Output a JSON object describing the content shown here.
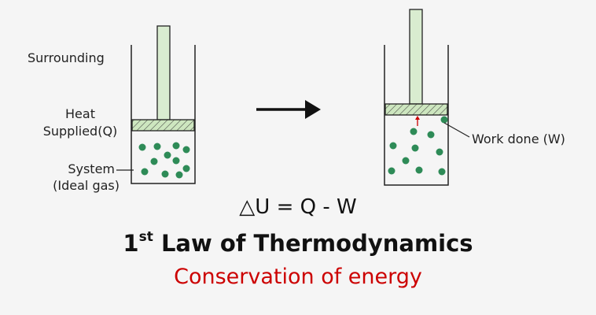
{
  "labels": {
    "surrounding": "Surrounding",
    "heat_line1": "Heat",
    "heat_line2": "Supplied(Q)",
    "system_line1": "System",
    "system_line2": "(Ideal gas)",
    "work_done": "Work done (W)"
  },
  "equation": "△U = Q - W",
  "title": {
    "number": "1",
    "superscript": "st",
    "rest": " Law of Thermodynamics"
  },
  "subtitle": "Conservation of energy",
  "colors": {
    "background": "#f5f5f5",
    "rod_fill": "#d9ecd0",
    "piston_fill": "#cde6bf",
    "gas_molecule": "#2e8b57",
    "outline": "#222222",
    "arrow": "#111111",
    "work_arrow": "#cc0000",
    "subtitle": "#cc0000"
  }
}
